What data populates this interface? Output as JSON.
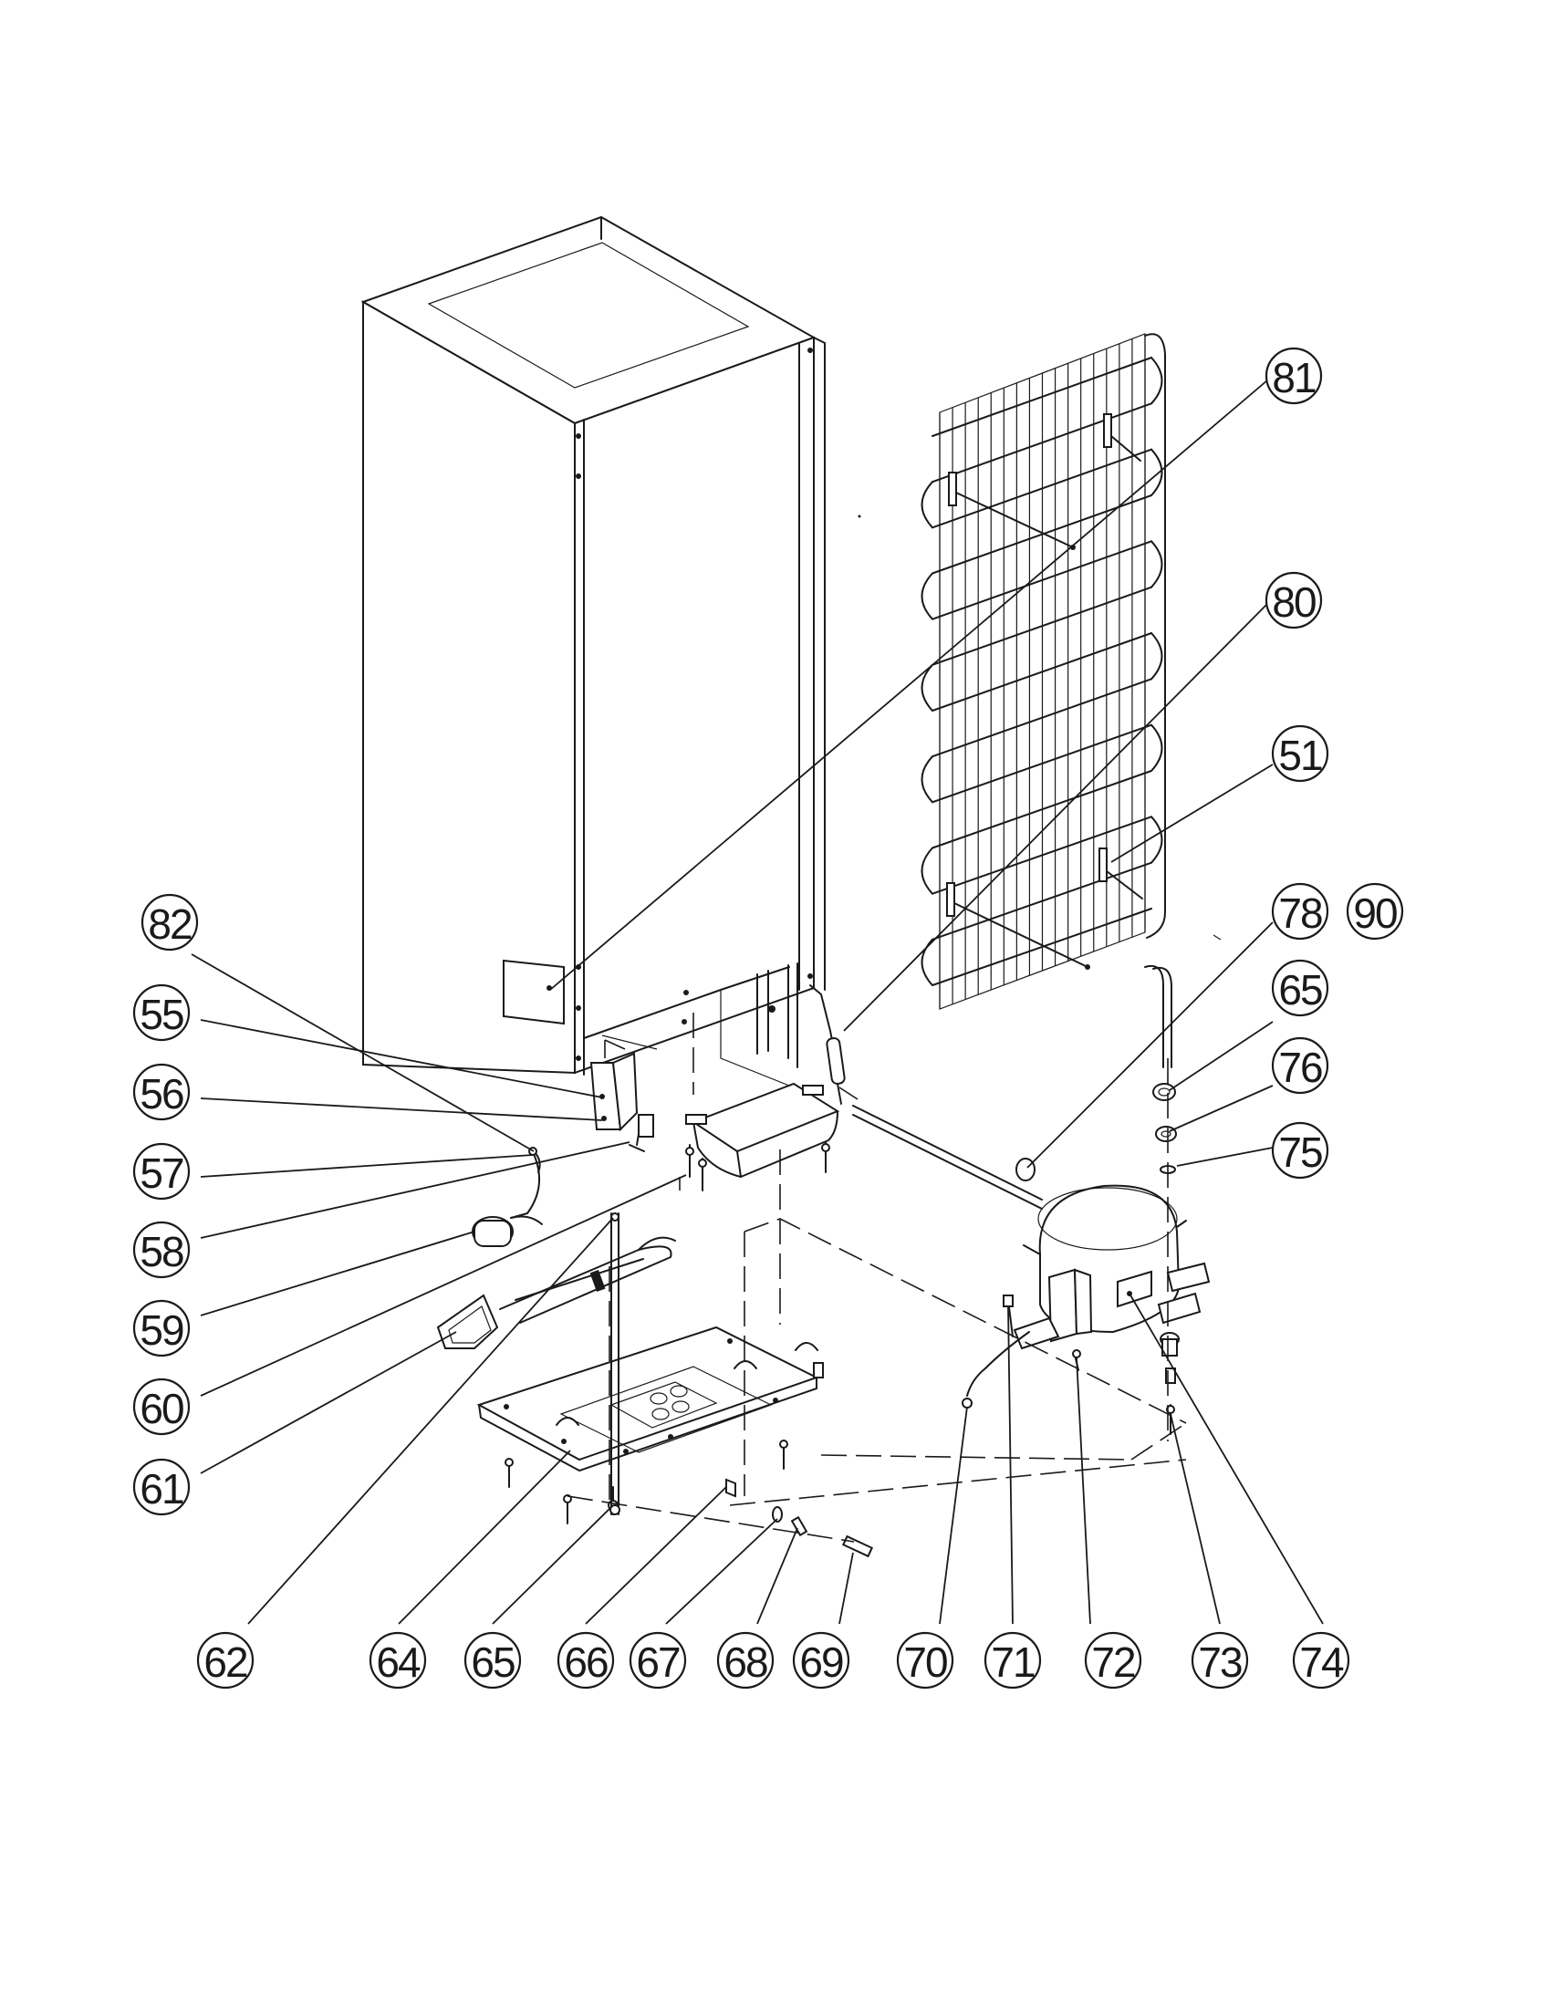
{
  "callouts": [
    {
      "id": "c81",
      "label": "81"
    },
    {
      "id": "c80",
      "label": "80"
    },
    {
      "id": "c51",
      "label": "51"
    },
    {
      "id": "c78",
      "label": "78"
    },
    {
      "id": "c90",
      "label": "90"
    },
    {
      "id": "c65a",
      "label": "65"
    },
    {
      "id": "c76",
      "label": "76"
    },
    {
      "id": "c75",
      "label": "75"
    },
    {
      "id": "c82",
      "label": "82"
    },
    {
      "id": "c55",
      "label": "55"
    },
    {
      "id": "c56",
      "label": "56"
    },
    {
      "id": "c57",
      "label": "57"
    },
    {
      "id": "c58",
      "label": "58"
    },
    {
      "id": "c59",
      "label": "59"
    },
    {
      "id": "c60",
      "label": "60"
    },
    {
      "id": "c61",
      "label": "61"
    },
    {
      "id": "c62",
      "label": "62"
    },
    {
      "id": "c64",
      "label": "64"
    },
    {
      "id": "c65b",
      "label": "65"
    },
    {
      "id": "c66",
      "label": "66"
    },
    {
      "id": "c67",
      "label": "67"
    },
    {
      "id": "c68",
      "label": "68"
    },
    {
      "id": "c69",
      "label": "69"
    },
    {
      "id": "c70",
      "label": "70"
    },
    {
      "id": "c71",
      "label": "71"
    },
    {
      "id": "c72",
      "label": "72"
    },
    {
      "id": "c73",
      "label": "73"
    },
    {
      "id": "c74",
      "label": "74"
    }
  ]
}
